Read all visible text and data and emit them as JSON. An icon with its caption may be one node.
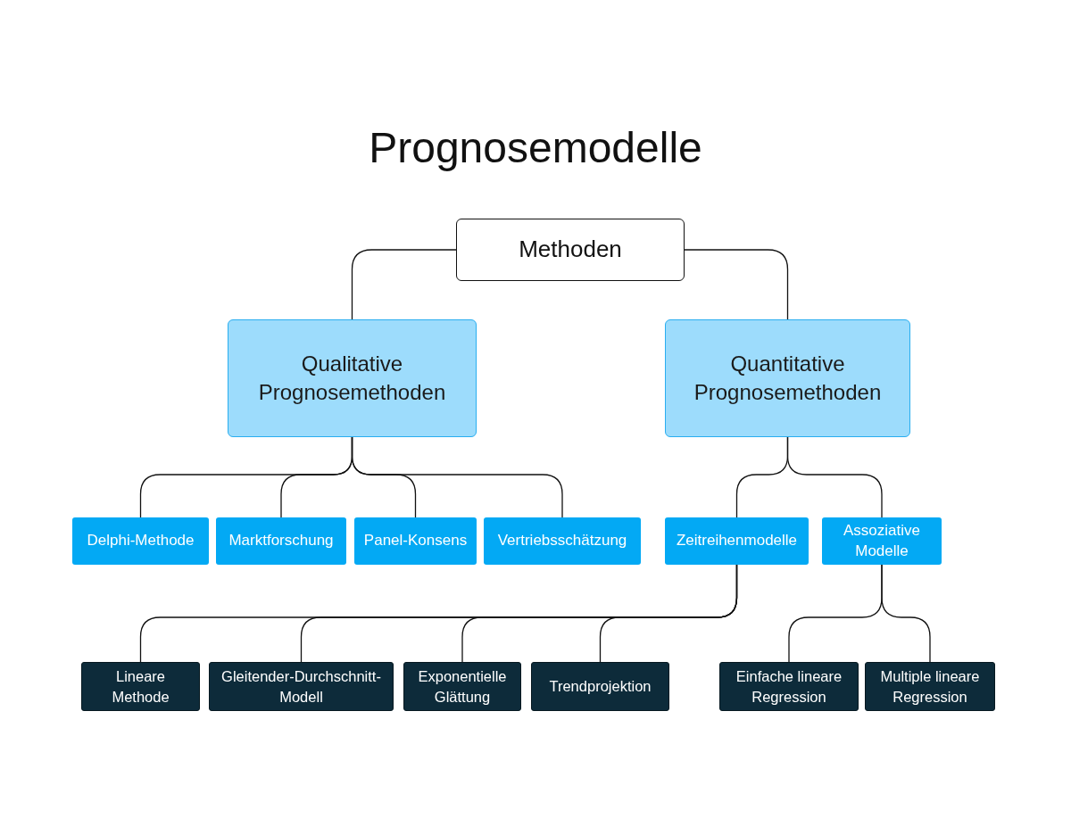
{
  "diagram": {
    "title": "Prognosemodelle",
    "nodes": [
      {
        "text": [
          "Methoden"
        ]
      },
      {
        "text": [
          "Qualitative Prognosemethoden"
        ]
      },
      {
        "text": [
          "Quantitative Prognosemethoden"
        ]
      },
      {
        "text": [
          "Delphi-Methode"
        ]
      },
      {
        "text": [
          "Marktforschung"
        ]
      },
      {
        "text": [
          "Panel-Konsens"
        ]
      },
      {
        "text": [
          "Vertriebsschätzung"
        ]
      },
      {
        "text": [
          "Zeitreihenmodelle"
        ]
      },
      {
        "text": [
          "Assoziative Modelle"
        ]
      },
      {
        "text": [
          "Lineare Methode"
        ]
      },
      {
        "text": [
          "Gleitender-Durchschnitt-Modell"
        ]
      },
      {
        "text": [
          "Exponentielle Glättung"
        ]
      },
      {
        "text": [
          "Trendprojektion"
        ]
      },
      {
        "text": [
          "Einfache lineare Regression"
        ]
      },
      {
        "text": [
          "Multiple lineare Regression"
        ]
      }
    ],
    "edges": [
      {
        "from": 0,
        "to": 1,
        "arrow": "none"
      },
      {
        "from": 0,
        "to": 2,
        "arrow": "none"
      },
      {
        "from": 1,
        "to": 3,
        "arrow": "none"
      },
      {
        "from": 1,
        "to": 4,
        "arrow": "none"
      },
      {
        "from": 1,
        "to": 5,
        "arrow": "none"
      },
      {
        "from": 1,
        "to": 6,
        "arrow": "none"
      },
      {
        "from": 2,
        "to": 7,
        "arrow": "none"
      },
      {
        "from": 2,
        "to": 8,
        "arrow": "none"
      },
      {
        "from": 7,
        "to": 9,
        "arrow": "none"
      },
      {
        "from": 7,
        "to": 10,
        "arrow": "none"
      },
      {
        "from": 7,
        "to": 11,
        "arrow": "none"
      },
      {
        "from": 7,
        "to": 12,
        "arrow": "none"
      },
      {
        "from": 8,
        "to": 13,
        "arrow": "none"
      },
      {
        "from": 8,
        "to": 14,
        "arrow": "none"
      }
    ]
  }
}
